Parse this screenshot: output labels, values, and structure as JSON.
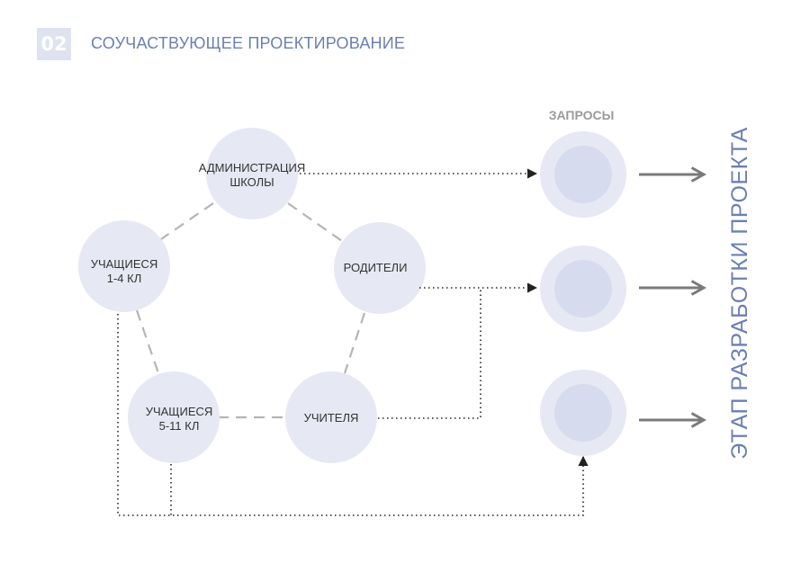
{
  "header": {
    "number": "02",
    "title": "СОУЧАСТВУЮЩЕЕ ПРОЕКТИРОВАНИЕ"
  },
  "nodes": {
    "administration": [
      "АДМИНИСТРАЦИЯ",
      "ШКОЛЫ"
    ],
    "parents": [
      "РОДИТЕЛИ"
    ],
    "teachers": [
      "УЧИТЕЛЯ"
    ],
    "students_5_11": [
      "УЧАЩИЕСЯ",
      "5-11 КЛ"
    ],
    "students_1_4": [
      "УЧАЩИЕСЯ",
      "1-4 КЛ"
    ]
  },
  "requests_label": "ЗАПРОСЫ",
  "side_label": "ЭТАП РАЗРАБОТКИ ПРОЕКТА",
  "colors": {
    "accent": "#6b7fb2",
    "node_fill": "#e6e9f3",
    "request_inner": "#d6dbee",
    "badge": "#dfe3f0",
    "dashed": "#b5b5b5",
    "arrow": "#7a7a7a"
  }
}
